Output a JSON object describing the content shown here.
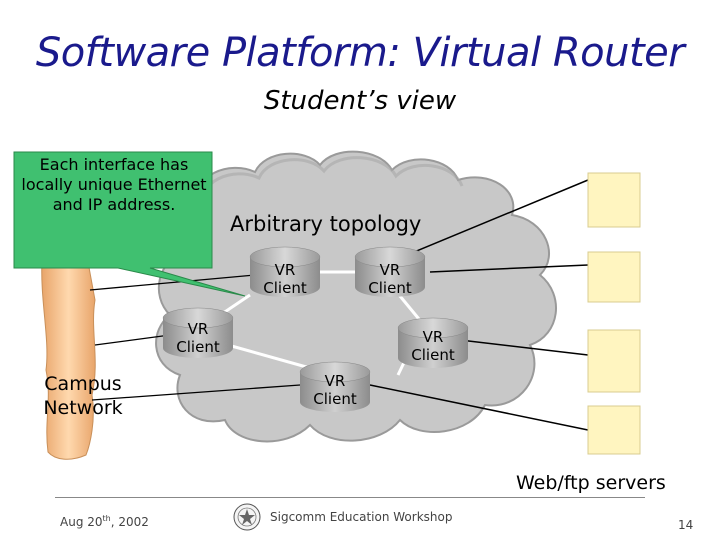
{
  "slide": {
    "title": "Software Platform: Virtual Router",
    "subtitle": "Student’s view"
  },
  "callout": {
    "text": "Each interface has locally unique Ethernet and IP address."
  },
  "cloud_label": "Arbitrary topology",
  "vr_clients": [
    {
      "line1": "VR",
      "line2": "Client"
    },
    {
      "line1": "VR",
      "line2": "Client"
    },
    {
      "line1": "VR",
      "line2": "Client"
    },
    {
      "line1": "VR",
      "line2": "Client"
    },
    {
      "line1": "VR",
      "line2": "Client"
    }
  ],
  "campus": {
    "line1": "Campus",
    "line2": "Network"
  },
  "servers_label": "Web/ftp servers",
  "footer": {
    "date_main": "Aug 20",
    "date_sup": "th",
    "date_year": ", 2002",
    "workshop": "Sigcomm Education Workshop",
    "page": "14"
  },
  "colors": {
    "title": "#1a1a8c",
    "cloud": "#c8c8c8",
    "callout": "#40c070",
    "campus": "#f5c89a",
    "server": "#fff5c0"
  }
}
